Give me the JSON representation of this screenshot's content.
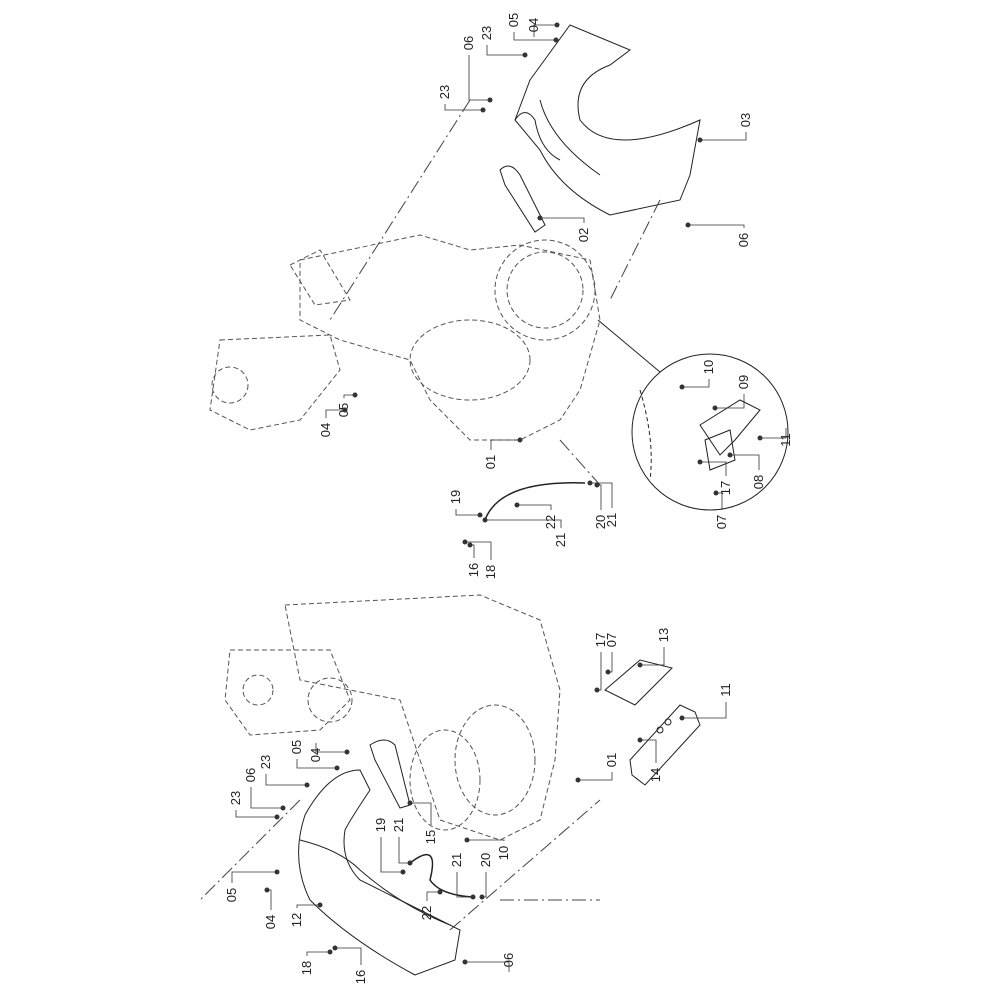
{
  "diagram": {
    "orientation": "rotated-90",
    "views": [
      {
        "name": "upper-assembly",
        "callouts": [
          "04",
          "05",
          "23",
          "06",
          "23",
          "03",
          "02",
          "06",
          "10",
          "09",
          "11",
          "08",
          "17",
          "07",
          "05",
          "04",
          "01",
          "22",
          "21",
          "21",
          "20",
          "19",
          "16",
          "18"
        ]
      },
      {
        "name": "lower-assembly",
        "callouts": [
          "05",
          "04",
          "23",
          "06",
          "23",
          "15",
          "19",
          "21",
          "10",
          "21",
          "20",
          "22",
          "05",
          "04",
          "12",
          "18",
          "16",
          "06",
          "17",
          "07",
          "13",
          "11",
          "14",
          "01"
        ]
      }
    ]
  }
}
